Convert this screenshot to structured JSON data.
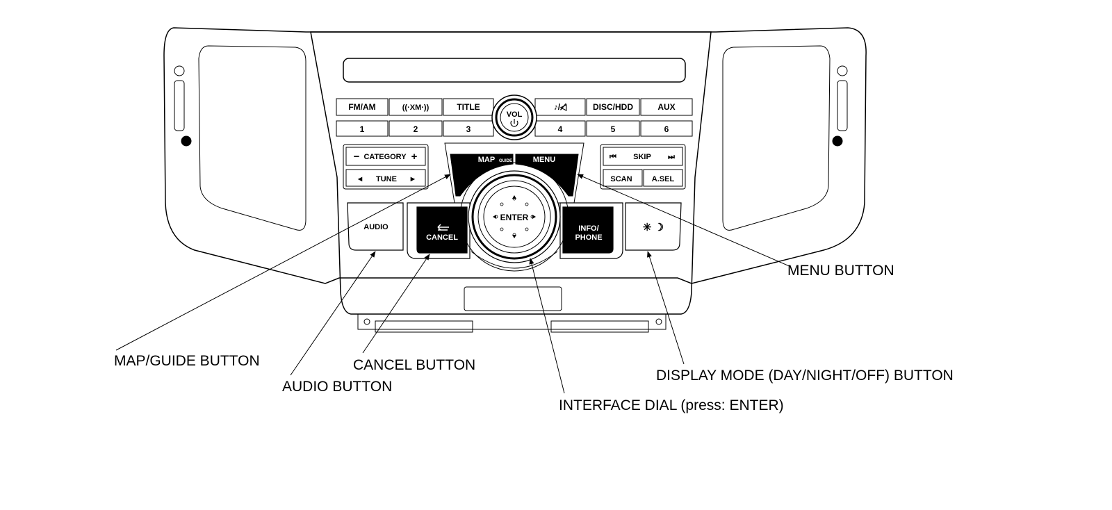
{
  "panel": {
    "row1": [
      "FM/AM",
      "((·XM·))",
      "TITLE",
      "♪/◁̸",
      "DISC/HDD",
      "AUX"
    ],
    "row2": [
      "1",
      "2",
      "3",
      "4",
      "5",
      "6"
    ],
    "vol": "VOL",
    "category_minus": "−",
    "category": "CATEGORY",
    "category_plus": "+",
    "tune_left": "◄",
    "tune": "TUNE",
    "tune_right": "►",
    "skip_prev": "⏮",
    "skip": "SKIP",
    "skip_next": "⏭",
    "scan": "SCAN",
    "asel": "A.SEL",
    "map": "MAP",
    "guide": "GUIDE",
    "menu": "MENU",
    "enter": "ENTER",
    "audio": "AUDIO",
    "cancel": "CANCEL",
    "info_line1": "INFO/",
    "info_line2": "PHONE",
    "display_mode_symbol": "✳ ☽"
  },
  "callouts": {
    "menu_button": "MENU BUTTON",
    "map_guide_button": "MAP/GUIDE BUTTON",
    "cancel_button": "CANCEL BUTTON",
    "audio_button": "AUDIO BUTTON",
    "display_mode_button": "DISPLAY MODE (DAY/NIGHT/OFF) BUTTON",
    "interface_dial": "INTERFACE DIAL (press: ENTER)"
  }
}
